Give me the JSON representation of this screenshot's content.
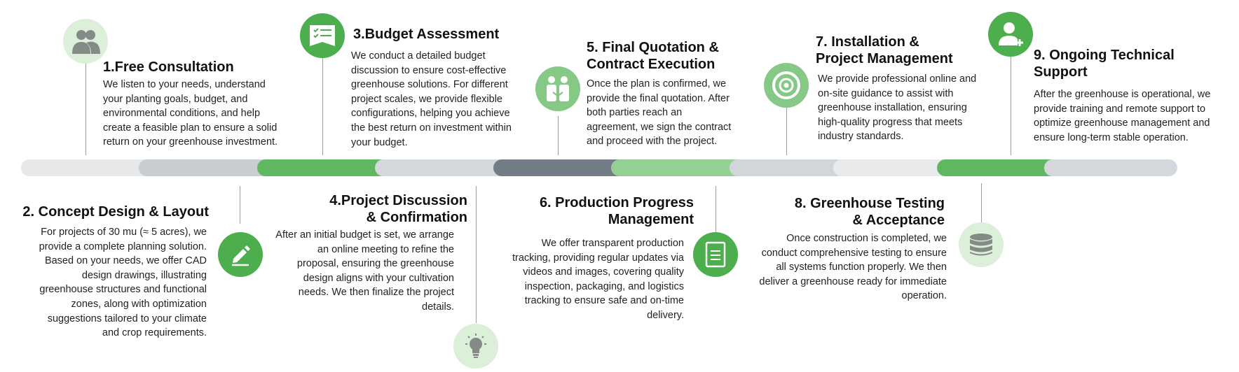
{
  "steps": [
    {
      "title": "1.Free Consultation",
      "text": "We listen to your needs, understand\nyour planting goals, budget, and\nenvironmental conditions, and help\ncreate a feasible plan to ensure a solid\nreturn on your greenhouse investment.",
      "icon": "people-icon"
    },
    {
      "title": "2. Concept Design & Layout",
      "text": "For projects of 30 mu (≈ 5 acres), we\nprovide a complete planning solution.\nBased on your needs, we offer CAD\ndesign drawings, illustrating\ngreenhouse structures and functional\nzones, along with optimization\nsuggestions tailored to your climate\nand crop requirements.",
      "icon": "pencil-icon"
    },
    {
      "title": "3.Budget Assessment",
      "text": "We conduct a detailed budget\ndiscussion to ensure cost-effective\ngreenhouse solutions. For different\nproject scales, we provide flexible\nconfigurations, helping you achieve\nthe best return on investment within\nyour budget.",
      "icon": "checklist-icon"
    },
    {
      "title": "4.Project Discussion\n& Confirmation",
      "text": "After an initial budget is set, we arrange\nan online meeting to refine the\nproposal, ensuring the greenhouse\ndesign aligns with your cultivation\nneeds. We then finalize the project\ndetails.",
      "icon": "lightbulb-icon"
    },
    {
      "title": "5. Final Quotation &\nContract Execution",
      "text": "Once the plan is confirmed, we\nprovide the final quotation. After\nboth parties reach an\nagreement, we sign the contract\nand proceed with the project.",
      "icon": "handshake-icon"
    },
    {
      "title": "6. Production Progress\nManagement",
      "text": "We offer transparent production\ntracking, providing regular updates via\nvideos and images, covering quality\ninspection, packaging, and logistics\ntracking to ensure safe and on-time\ndelivery.",
      "icon": "document-icon"
    },
    {
      "title": "7. Installation &\nProject Management",
      "text": "We provide professional online and\non-site guidance to assist with\ngreenhouse installation, ensuring\nhigh-quality progress that meets\nindustry standards.",
      "icon": "target-icon"
    },
    {
      "title": "8. Greenhouse Testing\n& Acceptance",
      "text": "Once construction is completed, we\nconduct comprehensive testing to ensure\nall systems function properly. We then\ndeliver a greenhouse ready for immediate\noperation.",
      "icon": "database-icon"
    },
    {
      "title": "9. Ongoing Technical\nSupport",
      "text": "After the greenhouse is operational, we\nprovide training and remote support to\noptimize greenhouse management and\nensure long-term stable operation.",
      "icon": "user-add-icon"
    }
  ],
  "colors": {
    "green_primary": "#4cae4c",
    "green_light": "#dcefd9",
    "green_mid": "#86c987",
    "gray_light": "#e4e6e8",
    "gray_mid": "#c9cdd1",
    "gray_dark": "#727b86"
  }
}
